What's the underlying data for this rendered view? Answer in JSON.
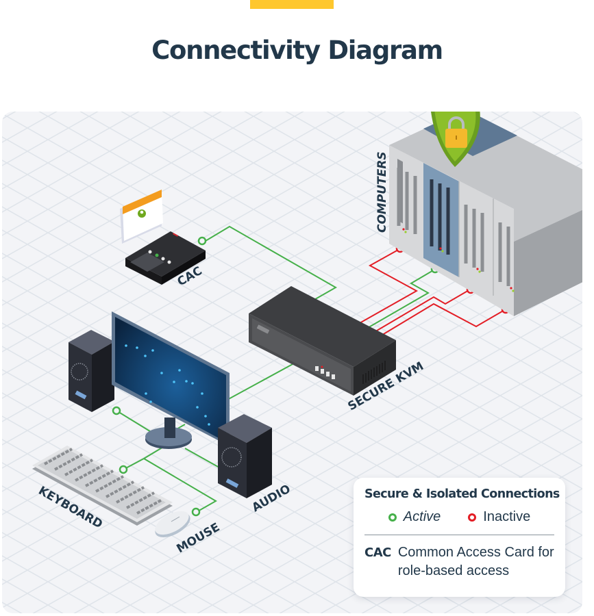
{
  "header": {
    "title": "Connectivity Diagram"
  },
  "colors": {
    "accent": "#fec72e",
    "title": "#22384a",
    "active": "#46b04a",
    "inactive": "#e31e26",
    "panel": "#f3f4f7"
  },
  "devices": {
    "cac": "CAC",
    "kvm": "SECURE KVM",
    "computers": "COMPUTERS",
    "keyboard": "KEYBOARD",
    "mouse": "MOUSE",
    "audio": "AUDIO"
  },
  "connections": [
    {
      "from": "CAC",
      "to": "SECURE KVM",
      "status": "active"
    },
    {
      "from": "SECURE KVM",
      "to": "COMPUTERS #1",
      "status": "inactive"
    },
    {
      "from": "SECURE KVM",
      "to": "COMPUTERS #2",
      "status": "active"
    },
    {
      "from": "SECURE KVM",
      "to": "COMPUTERS #3",
      "status": "inactive"
    },
    {
      "from": "SECURE KVM",
      "to": "COMPUTERS #4",
      "status": "inactive"
    },
    {
      "from": "SECURE KVM",
      "to": "MONITOR",
      "status": "active"
    },
    {
      "from": "SECURE KVM",
      "to": "KEYBOARD",
      "status": "active"
    },
    {
      "from": "SECURE KVM",
      "to": "MOUSE",
      "status": "active"
    },
    {
      "from": "SECURE KVM",
      "to": "AUDIO",
      "status": "active"
    }
  ],
  "legend": {
    "title": "Secure & Isolated Connections",
    "active_label": "Active",
    "inactive_label": "Inactive",
    "term": "CAC",
    "definition_line1": "Common Access Card for",
    "definition_line2": "role-based access"
  }
}
